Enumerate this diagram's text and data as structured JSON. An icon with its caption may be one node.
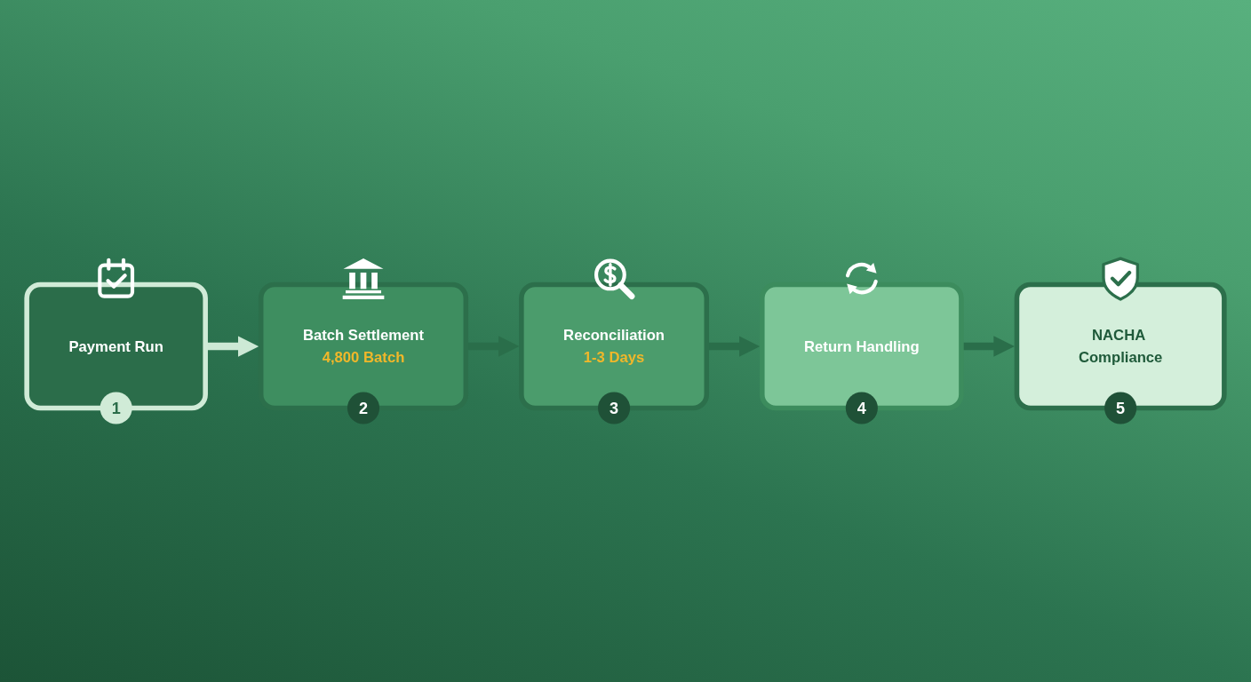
{
  "diagram": {
    "nodes": [
      {
        "text": [
          "Payment Run"
        ],
        "beside": [
          "1"
        ]
      },
      {
        "text": [
          "Batch Settlement",
          "4,800 Batch"
        ],
        "beside": [
          "2"
        ]
      },
      {
        "text": [
          "Reconciliation",
          "1-3 Days"
        ],
        "beside": [
          "3"
        ]
      },
      {
        "text": [
          "Return Handling"
        ],
        "beside": [
          "4"
        ]
      },
      {
        "text": [
          "NACHA Compliance"
        ],
        "beside": [
          "5"
        ]
      }
    ],
    "edges": [
      {
        "from": 0,
        "to": 1,
        "arrow": "to",
        "color": "#cde9d5"
      },
      {
        "from": 1,
        "to": 2,
        "arrow": "to"
      },
      {
        "from": 2,
        "to": 3,
        "arrow": "to"
      },
      {
        "from": 3,
        "to": 4,
        "arrow": "to"
      }
    ]
  }
}
